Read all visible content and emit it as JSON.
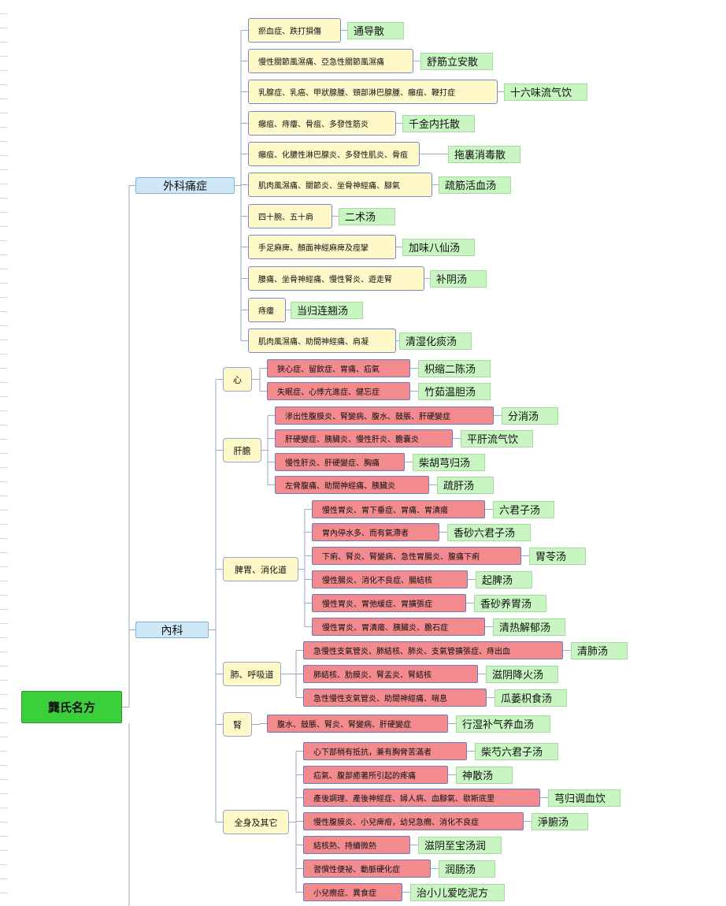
{
  "root": "龔氏名方",
  "categories": [
    {
      "label": "外科痛症",
      "items": [
        {
          "symptoms": "瘀血症、跌打損傷",
          "formula": "通导散"
        },
        {
          "symptoms": "慢性關節風濕痛、亞急性關節風濕痛",
          "formula": "舒筋立安散"
        },
        {
          "symptoms": "乳腺症、乳癌、甲狀腺腫、頸部淋巴腺腫、癰疽、鞭打症",
          "formula": "十六味流气饮"
        },
        {
          "symptoms": "癰疽、痔瘻、骨疽、多發性筋炎",
          "formula": "千金内托散"
        },
        {
          "symptoms": "癰疽、化膿性淋巴腺炎、多發性肌炎、骨疽",
          "formula": "拖裏消毒散"
        },
        {
          "symptoms": "肌肉風濕痛、關節炎、坐骨神經痛、腳氣",
          "formula": "疏筋活血汤"
        },
        {
          "symptoms": "四十腕、五十肩",
          "formula": "二术汤"
        },
        {
          "symptoms": "手足麻痺、顏面神經麻痺及痙攣",
          "formula": "加味八仙汤"
        },
        {
          "symptoms": "腰痛、坐骨神經痛、慢性腎炎、遊走腎",
          "formula": "补阴汤"
        },
        {
          "symptoms": "痔瘻",
          "formula": "当归连翘汤"
        },
        {
          "symptoms": "肌肉風濕痛、助間神經痛、肩凝",
          "formula": "清湿化痰汤"
        }
      ]
    },
    {
      "label": "內科",
      "subgroups": [
        {
          "label": "心",
          "items": [
            {
              "symptoms": "狹心症、留飲症、胃痛、疝氣",
              "formula": "枳缩二陈汤"
            },
            {
              "symptoms": "失眠症、心悸亢進症、健忘症",
              "formula": "竹茹温胆汤"
            }
          ]
        },
        {
          "label": "肝膽",
          "items": [
            {
              "symptoms": "滲出性腹膜炎、腎變病、腹水、鼓脹、肝硬變症",
              "formula": "分消汤"
            },
            {
              "symptoms": "肝硬變症、胰臟炎、慢性肝炎、膽囊炎",
              "formula": "平肝流气饮"
            },
            {
              "symptoms": "慢性肝炎、肝硬變症、胸痛",
              "formula": "柴胡芎归汤"
            },
            {
              "symptoms": "左脅腹痛、助間神經痛、胰臟炎",
              "formula": "疏肝汤"
            }
          ]
        },
        {
          "label": "脾胃、消化道",
          "items": [
            {
              "symptoms": "慢性胃炎、胃下垂症、胃痛、胃潰瘍",
              "formula": "六君子汤"
            },
            {
              "symptoms": "胃內停水多、而有氣滯者",
              "formula": "香砂六君子汤"
            },
            {
              "symptoms": "下痢、腎炎、腎變病、急性胃腸炎、腹痛下痢",
              "formula": "胃苓汤"
            },
            {
              "symptoms": "慢性腸炎、消化不良症、腸結核",
              "formula": "起脾汤"
            },
            {
              "symptoms": "慢性胃炎、胃弛緩症、胃擴張症",
              "formula": "香砂养胃汤"
            },
            {
              "symptoms": "慢性胃炎、胃潰瘍、胰臟炎、膽石症",
              "formula": "清热解郁汤"
            }
          ]
        },
        {
          "label": "肺、呼吸道",
          "items": [
            {
              "symptoms": "急慢性支氣管炎、肺結核、肺炎、支氣管擴張症、痔出血",
              "formula": "清肺汤"
            },
            {
              "symptoms": "肺結核、肋膜炎、腎盂炎、腎結核",
              "formula": "滋阴降火汤"
            },
            {
              "symptoms": "急性慢性支氣管炎、助間神經痛、喘息",
              "formula": "瓜蒌枳食汤"
            }
          ]
        },
        {
          "label": "腎",
          "items": [
            {
              "symptoms": "腹水、鼓脹、腎炎、腎變病、肝硬變症",
              "formula": "行湿补气养血汤"
            }
          ]
        },
        {
          "label": "全身及其它",
          "items": [
            {
              "symptoms": "心下部稍有抵抗，兼有胸脅苦滿者",
              "formula": "柴芍六君子汤"
            },
            {
              "symptoms": "疝氣、腹部癒著所引起的疼痛",
              "formula": "神散汤"
            },
            {
              "symptoms": "產後調理、產後神經症、婦人病、血腳氣、歇斯底里",
              "formula": "芎归调血饮"
            },
            {
              "symptoms": "慢性腹膜炎、小兒痺疳，幼兒急癇、消化不良症",
              "formula": "淨腑汤"
            },
            {
              "symptoms": "結核熱、持續微熱",
              "formula": "滋阴至宝汤润"
            },
            {
              "symptoms": "習慣性便祕、動脈硬化症",
              "formula": "润肠汤"
            },
            {
              "symptoms": "小兒癇症、異食症",
              "formula": "治小儿爱吃泥方"
            }
          ]
        }
      ]
    }
  ]
}
